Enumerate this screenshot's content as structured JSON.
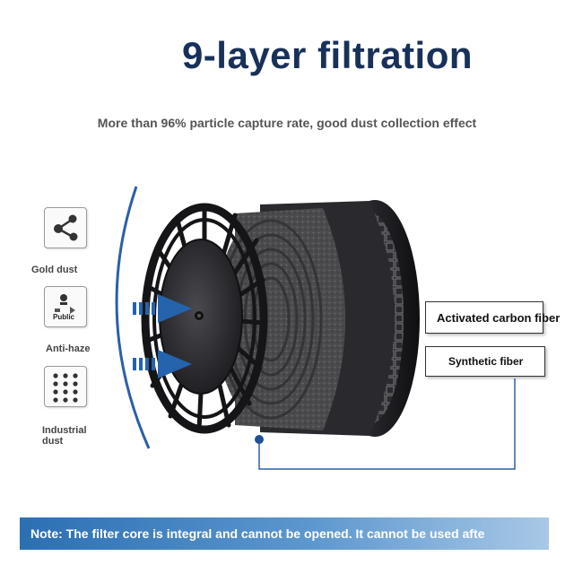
{
  "header": {
    "title": "9-layer filtration",
    "subtitle": "More than 96% particle capture rate, good dust collection effect"
  },
  "features": [
    {
      "icon": "share-network-icon",
      "label": "Gold dust"
    },
    {
      "icon": "public-icon",
      "icon_caption": "Public",
      "label": "Anti-haze"
    },
    {
      "icon": "dot-grid-icon",
      "label": "Industrial dust"
    }
  ],
  "callouts": {
    "activated_carbon": "Activated carbon fiber",
    "synthetic_fiber": "Synthetic fiber"
  },
  "note": "Note: The filter core is integral and cannot be opened. It cannot be used afte",
  "colors": {
    "title": "#18315a",
    "accent_blue": "#2b5fa8",
    "note_bar": "#2b6fb3"
  }
}
